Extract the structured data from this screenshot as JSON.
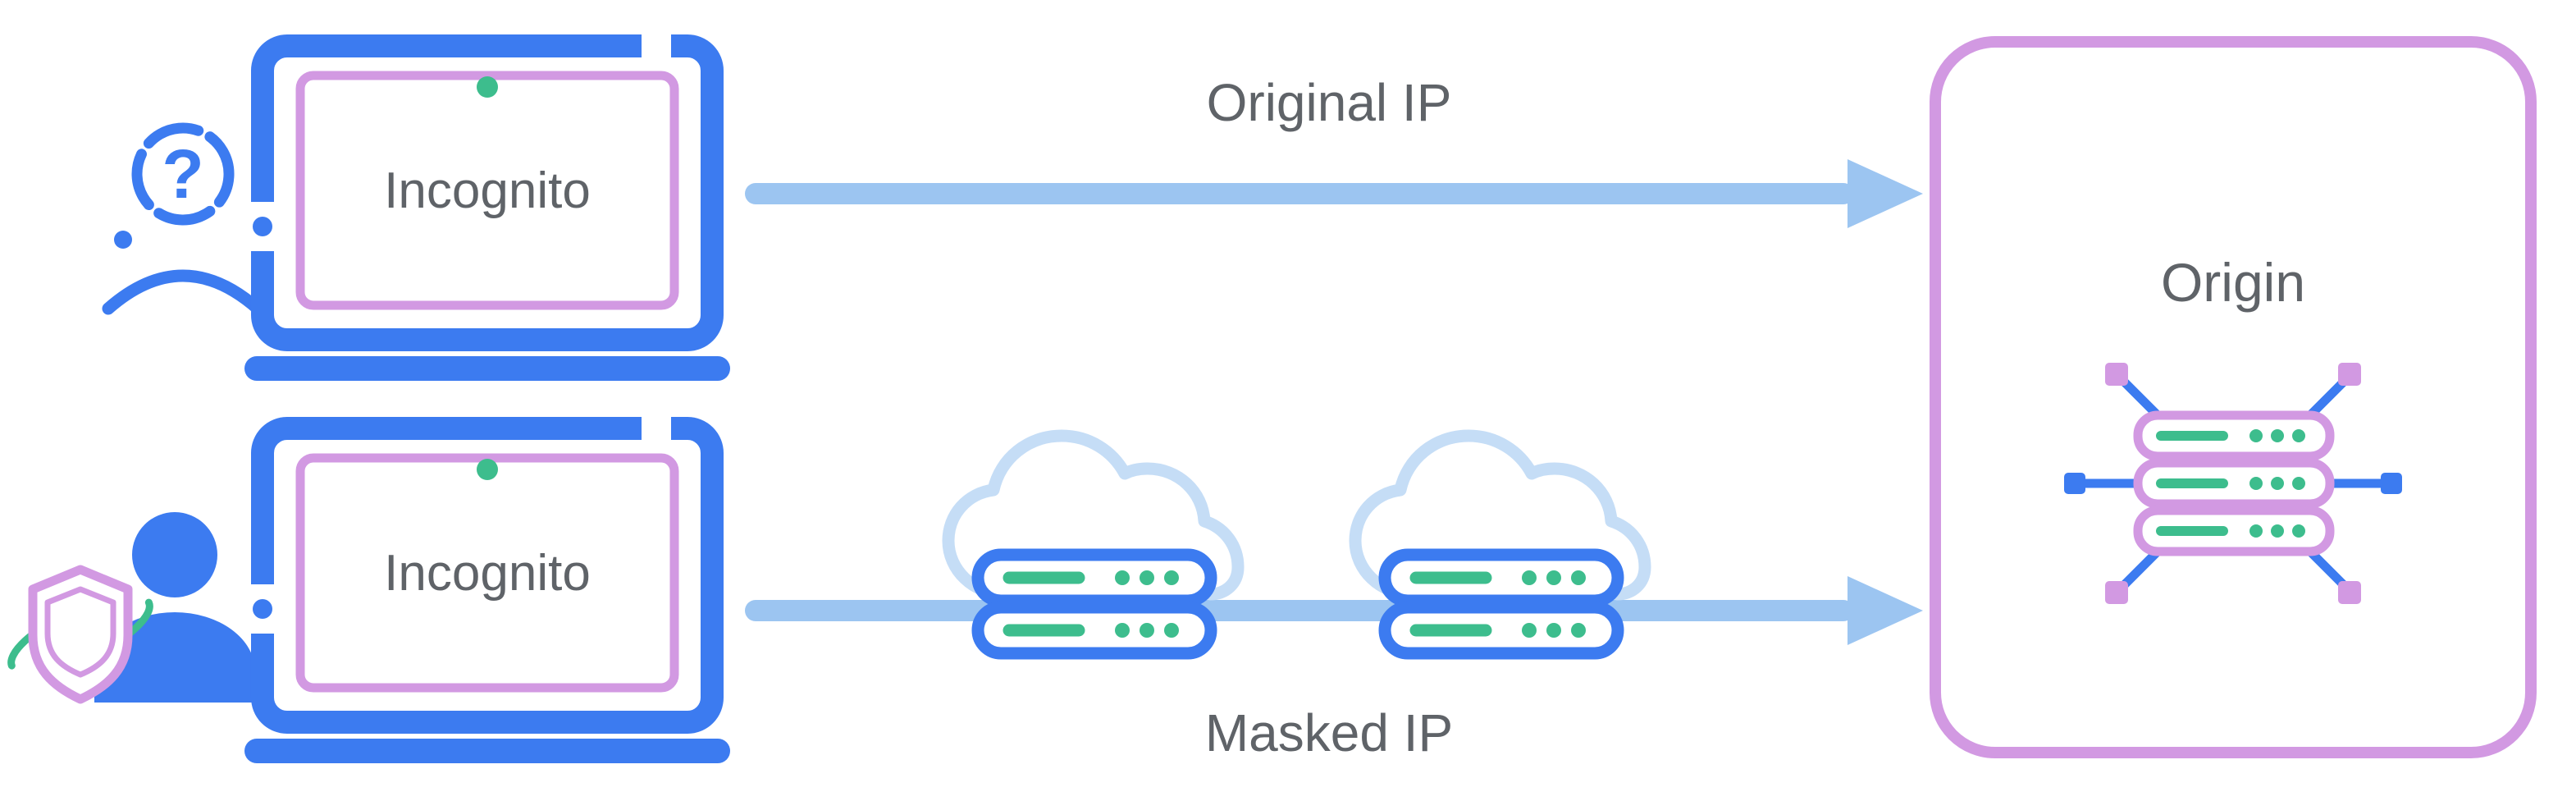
{
  "diagram_title": "incognito-ip-masking-diagram",
  "labels": {
    "incognito_top": "Incognito",
    "incognito_bottom": "Incognito",
    "original_ip": "Original IP",
    "masked_ip": "Masked IP",
    "origin": "Origin"
  },
  "icons": {
    "question_mark": "?",
    "anonymous_user": "anonymous-user-icon",
    "protected_user": "protected-user-with-shield-icon",
    "laptop": "laptop-incognito-icon",
    "proxy": "cloud-proxy-server-icon",
    "origin_server": "origin-server-network-icon"
  },
  "colors": {
    "blue": "#3C7BF0",
    "arrow": "#9CC5F1",
    "cloud": "#C5DDF6",
    "purple": "#D299E2",
    "green": "#3DBD8D",
    "text": "#5F6368",
    "bg": "#FFFFFF"
  }
}
